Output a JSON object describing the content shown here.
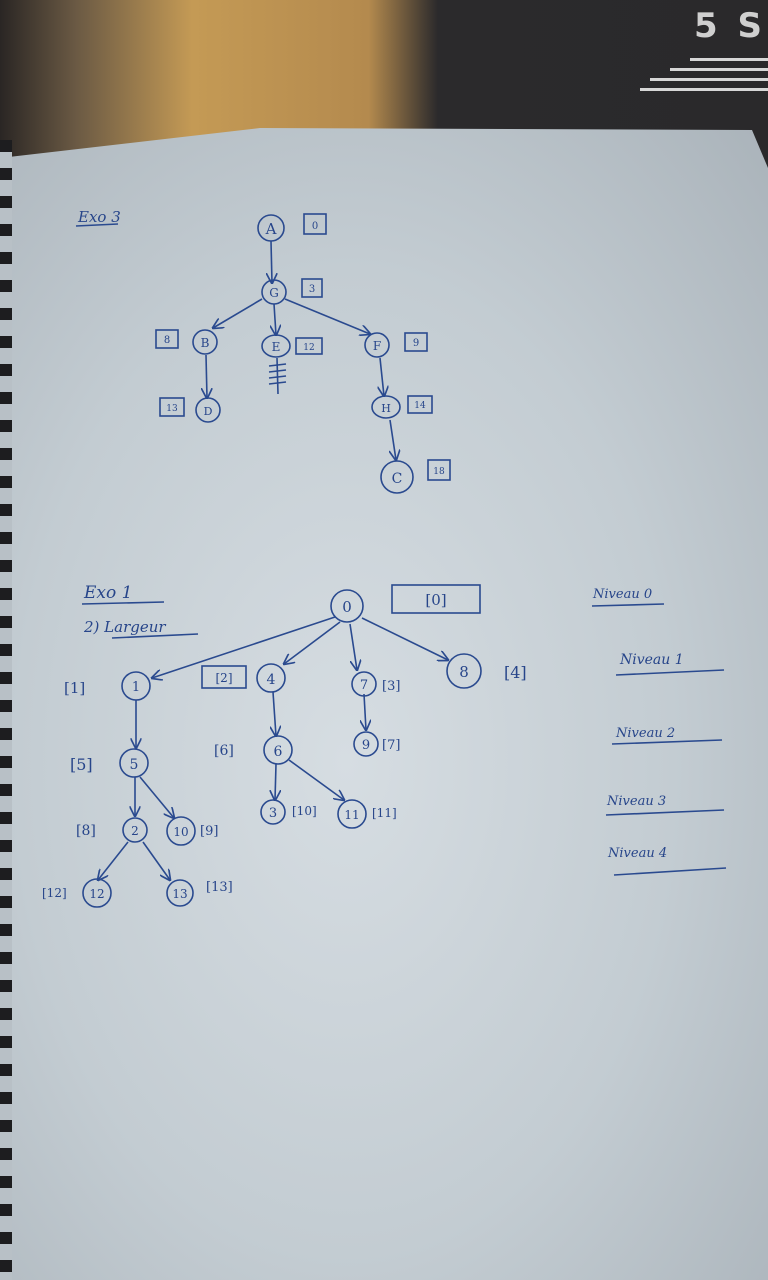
{
  "photo_label": "5 S",
  "ink_color": "#2a4a8f",
  "exo3": {
    "title": "Exo 3",
    "nodes": [
      {
        "id": "A",
        "cost": "0"
      },
      {
        "id": "G",
        "cost": "3"
      },
      {
        "id": "B",
        "cost": "8"
      },
      {
        "id": "E",
        "cost": "12"
      },
      {
        "id": "F",
        "cost": "9"
      },
      {
        "id": "D",
        "cost": "13"
      },
      {
        "id": "H",
        "cost": "14"
      },
      {
        "id": "C",
        "cost": "18"
      }
    ]
  },
  "exo1": {
    "title": "Exo 1",
    "subtitle": "2) Largeur",
    "nodes": [
      {
        "id": "0",
        "order": "[0]"
      },
      {
        "id": "1",
        "order": "[1]"
      },
      {
        "id": "4",
        "order": "[2]"
      },
      {
        "id": "7",
        "order": "[3]"
      },
      {
        "id": "8",
        "order": "[4]"
      },
      {
        "id": "5",
        "order": "[5]"
      },
      {
        "id": "6",
        "order": "[6]"
      },
      {
        "id": "9",
        "order": "[7]"
      },
      {
        "id": "2",
        "order": "[8]"
      },
      {
        "id": "10",
        "order": "[9]"
      },
      {
        "id": "3",
        "order": "[10]"
      },
      {
        "id": "11",
        "order": "[11]"
      },
      {
        "id": "12",
        "order": "[12]"
      },
      {
        "id": "13",
        "order": "[13]"
      }
    ],
    "levels": [
      "Niveau 0",
      "Niveau 1",
      "Niveau 2",
      "Niveau 3",
      "Niveau 4"
    ]
  }
}
